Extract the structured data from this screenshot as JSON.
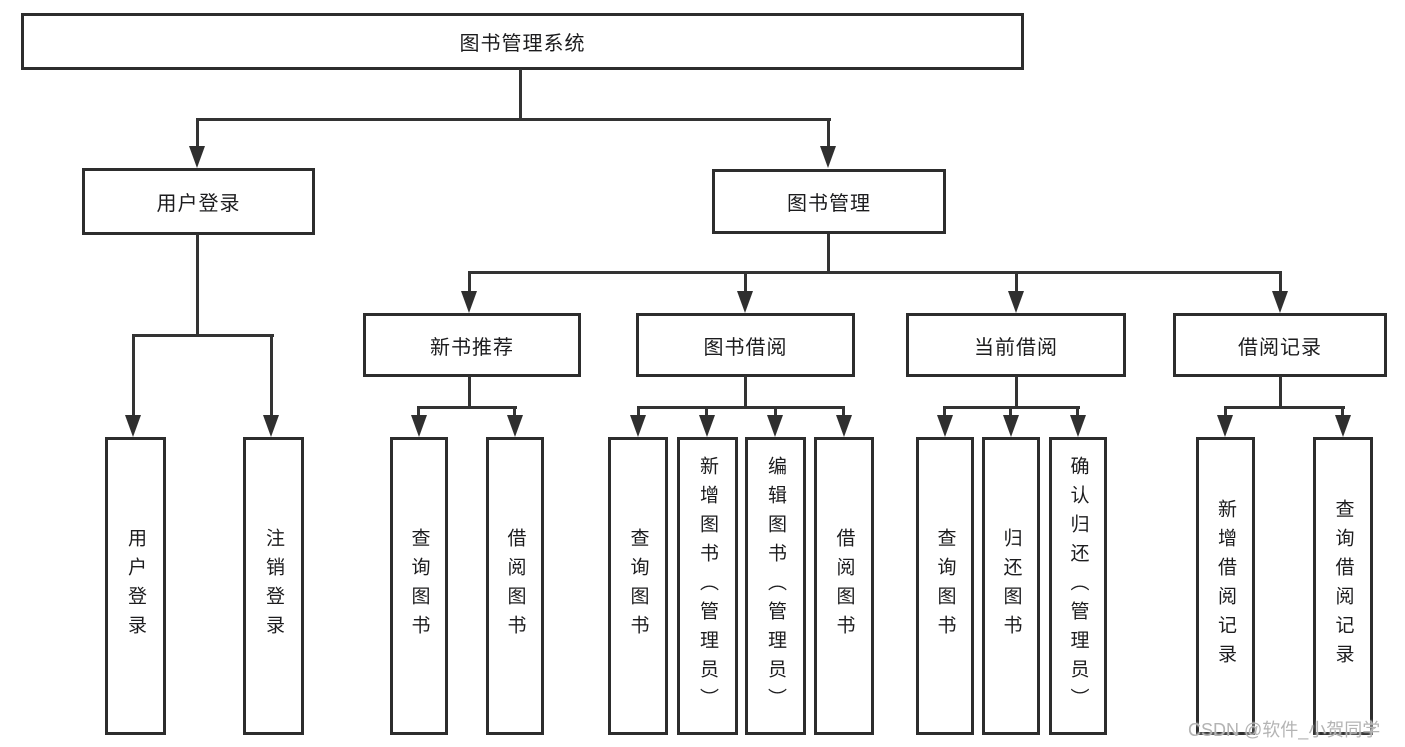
{
  "colors": {
    "line": "#333333",
    "box_border": "#2d2d2d",
    "text": "#1c1c1e",
    "watermark": "#b4b4b4",
    "background": "#ffffff"
  },
  "diagram": {
    "root": {
      "label": "图书管理系统"
    },
    "level2": [
      {
        "label": "用户登录"
      },
      {
        "label": "图书管理"
      }
    ],
    "level3": [
      {
        "label": "新书推荐"
      },
      {
        "label": "图书借阅"
      },
      {
        "label": "当前借阅"
      },
      {
        "label": "借阅记录"
      }
    ],
    "leaves": [
      {
        "label": "用户登录"
      },
      {
        "label": "注销登录"
      },
      {
        "label": "查询图书"
      },
      {
        "label": "借阅图书"
      },
      {
        "label": "查询图书"
      },
      {
        "label": "新增图书（管理员）"
      },
      {
        "label": "编辑图书（管理员）"
      },
      {
        "label": "借阅图书"
      },
      {
        "label": "查询图书"
      },
      {
        "label": "归还图书"
      },
      {
        "label": "确认归还（管理员）"
      },
      {
        "label": "新增借阅记录"
      },
      {
        "label": "查询借阅记录"
      }
    ]
  },
  "watermark": {
    "text": "CSDN @软件_小贺同学"
  }
}
